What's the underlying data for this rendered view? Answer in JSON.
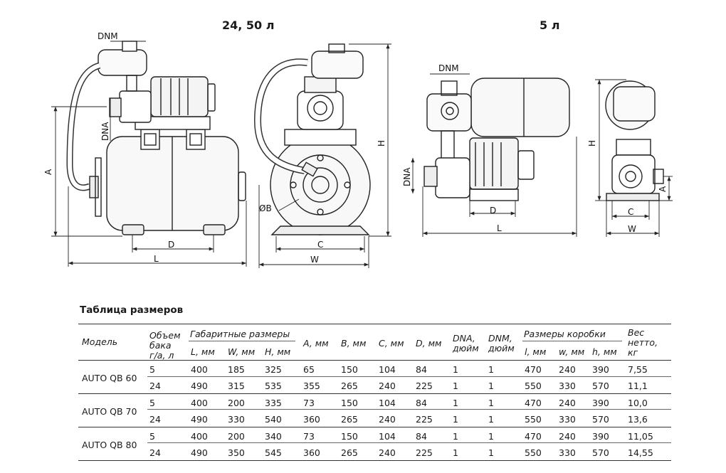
{
  "headers": {
    "left_group": "24, 50 л",
    "right_group": "5 л"
  },
  "labels": {
    "dnm": "DNM",
    "dna": "DNA",
    "A": "A",
    "D": "D",
    "L": "L",
    "H": "H",
    "B": "ØB",
    "C": "C",
    "W": "W"
  },
  "table": {
    "title": "Таблица размеров",
    "columns": {
      "model": "Модель",
      "tank": [
        "Объем",
        "бака",
        "г/а, л"
      ],
      "overall": "Габаритные размеры",
      "L": "L, мм",
      "W": "W, мм",
      "H": "H, мм",
      "A": "A, мм",
      "B": "B, мм",
      "C": "C, мм",
      "D": "D, мм",
      "dna": [
        "DNA,",
        "дюйм"
      ],
      "dnm": [
        "DNM,",
        "дюйм"
      ],
      "box": "Размеры коробки",
      "bl": "l, мм",
      "bw": "w, мм",
      "bh": "h, мм",
      "weight": [
        "Вес",
        "нетто,",
        "кг"
      ]
    },
    "rows": [
      {
        "model": "AUTO QB 60",
        "tank": "5",
        "L": "400",
        "W": "185",
        "H": "325",
        "A": "65",
        "B": "150",
        "C": "104",
        "D": "84",
        "dna": "1",
        "dnm": "1",
        "bl": "470",
        "bw": "240",
        "bh": "390",
        "weight": "7,55"
      },
      {
        "model": "",
        "tank": "24",
        "L": "490",
        "W": "315",
        "H": "535",
        "A": "355",
        "B": "265",
        "C": "240",
        "D": "225",
        "dna": "1",
        "dnm": "1",
        "bl": "550",
        "bw": "330",
        "bh": "570",
        "weight": "11,1"
      },
      {
        "model": "AUTO QB 70",
        "tank": "5",
        "L": "400",
        "W": "200",
        "H": "335",
        "A": "73",
        "B": "150",
        "C": "104",
        "D": "84",
        "dna": "1",
        "dnm": "1",
        "bl": "470",
        "bw": "240",
        "bh": "390",
        "weight": "10,0"
      },
      {
        "model": "",
        "tank": "24",
        "L": "490",
        "W": "330",
        "H": "540",
        "A": "360",
        "B": "265",
        "C": "240",
        "D": "225",
        "dna": "1",
        "dnm": "1",
        "bl": "550",
        "bw": "330",
        "bh": "570",
        "weight": "13,6"
      },
      {
        "model": "AUTO QB 80",
        "tank": "5",
        "L": "400",
        "W": "200",
        "H": "340",
        "A": "73",
        "B": "150",
        "C": "104",
        "D": "84",
        "dna": "1",
        "dnm": "1",
        "bl": "470",
        "bw": "240",
        "bh": "390",
        "weight": "11,05"
      },
      {
        "model": "",
        "tank": "24",
        "L": "490",
        "W": "350",
        "H": "545",
        "A": "360",
        "B": "265",
        "C": "240",
        "D": "225",
        "dna": "1",
        "dnm": "1",
        "bl": "550",
        "bw": "330",
        "bh": "570",
        "weight": "14,55"
      }
    ]
  }
}
